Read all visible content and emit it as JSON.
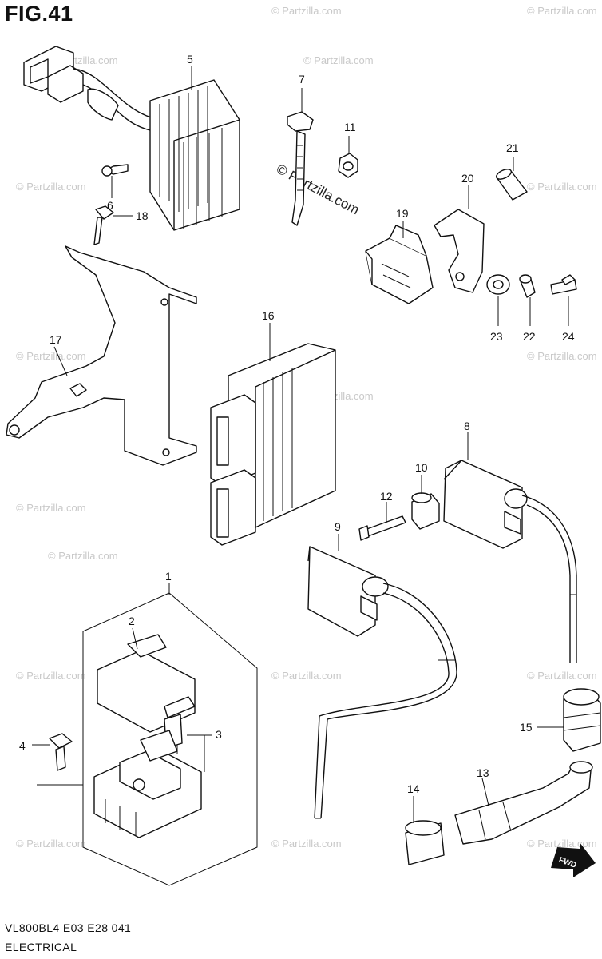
{
  "figure": {
    "title": "FIG.41"
  },
  "footer": {
    "model_code": "VL800BL4  E03  E28  041",
    "section": "ELECTRICAL"
  },
  "watermark": {
    "text": "© Partzilla.com"
  },
  "callouts": [
    "1",
    "2",
    "3",
    "4",
    "5",
    "6",
    "7",
    "8",
    "9",
    "10",
    "11",
    "12",
    "13",
    "14",
    "15",
    "16",
    "17",
    "18",
    "19",
    "20",
    "21",
    "22",
    "23",
    "24"
  ],
  "fwd_badge": "FWD"
}
